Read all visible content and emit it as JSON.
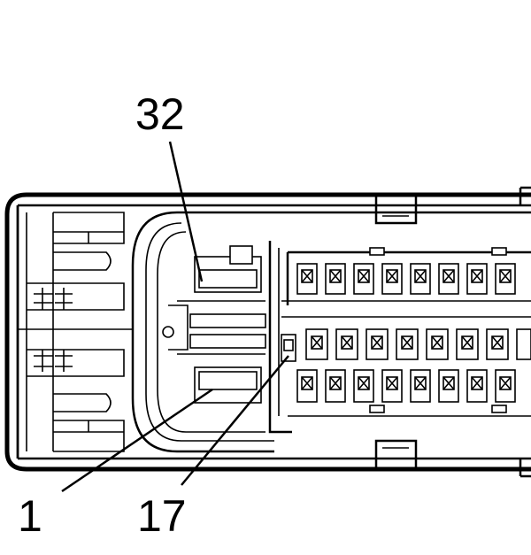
{
  "pin_labels": {
    "pin_32": "32",
    "pin_1": "1",
    "pin_17": "17"
  },
  "colors": {
    "line": "#000000",
    "background": "#ffffff"
  }
}
